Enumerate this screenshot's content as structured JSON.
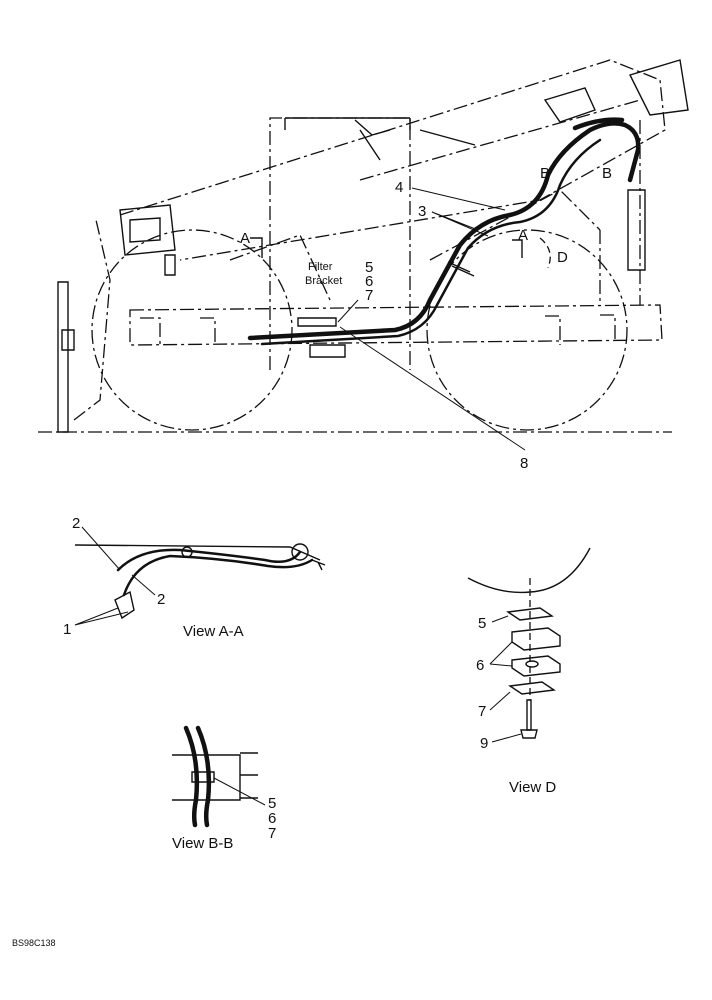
{
  "main_view": {
    "filter_bracket_label": [
      "Filter",
      "Bracket"
    ],
    "callouts": {
      "four": "4",
      "three": "3",
      "a_left": "A",
      "a_right": "A",
      "b_left": "B",
      "b_right": "B",
      "d": "D",
      "five": "5",
      "six": "6",
      "seven": "7",
      "eight": "8"
    }
  },
  "view_a": {
    "title": "View A-A",
    "callouts": {
      "two_top": "2",
      "two_side": "2",
      "one": "1"
    }
  },
  "view_b": {
    "title": "View B-B",
    "callouts": {
      "five": "5",
      "six": "6",
      "seven": "7"
    }
  },
  "view_d": {
    "title": "View D",
    "callouts": {
      "five": "5",
      "six": "6",
      "seven": "7",
      "nine": "9"
    }
  },
  "drawing_ref": "BS98C138"
}
